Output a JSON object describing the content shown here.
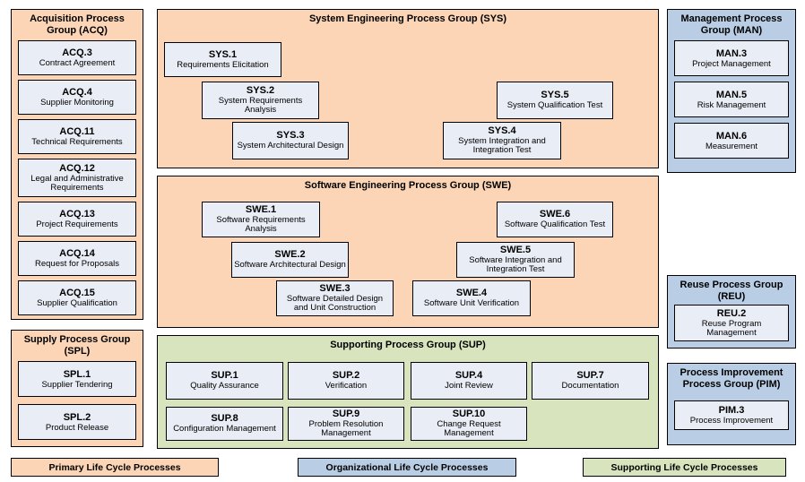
{
  "colors": {
    "primary": "#FBD5B5",
    "organizational": "#B9CDE5",
    "supporting": "#D7E4BD",
    "process_box": "#E9EDF5",
    "border": "#000000"
  },
  "groups": {
    "acq": {
      "title": "Acquisition Process Group (ACQ)",
      "processes": [
        {
          "code": "ACQ.3",
          "name": "Contract Agreement"
        },
        {
          "code": "ACQ.4",
          "name": "Supplier Monitoring"
        },
        {
          "code": "ACQ.11",
          "name": "Technical Requirements"
        },
        {
          "code": "ACQ.12",
          "name": "Legal and Administrative Requirements"
        },
        {
          "code": "ACQ.13",
          "name": "Project Requirements"
        },
        {
          "code": "ACQ.14",
          "name": "Request for Proposals"
        },
        {
          "code": "ACQ.15",
          "name": "Supplier Qualification"
        }
      ]
    },
    "spl": {
      "title": "Supply Process Group (SPL)",
      "processes": [
        {
          "code": "SPL.1",
          "name": "Supplier Tendering"
        },
        {
          "code": "SPL.2",
          "name": "Product Release"
        }
      ]
    },
    "sys": {
      "title": "System Engineering Process Group (SYS)",
      "processes": [
        {
          "code": "SYS.1",
          "name": "Requirements Elicitation"
        },
        {
          "code": "SYS.2",
          "name": "System Requirements Analysis"
        },
        {
          "code": "SYS.3",
          "name": "System Architectural Design"
        },
        {
          "code": "SYS.4",
          "name": "System Integration and Integration Test"
        },
        {
          "code": "SYS.5",
          "name": "System Qualification Test"
        }
      ]
    },
    "swe": {
      "title": "Software Engineering Process Group (SWE)",
      "processes": [
        {
          "code": "SWE.1",
          "name": "Software Requirements Analysis"
        },
        {
          "code": "SWE.2",
          "name": "Software Architectural Design"
        },
        {
          "code": "SWE.3",
          "name": "Software Detailed Design and Unit Construction"
        },
        {
          "code": "SWE.4",
          "name": "Software Unit Verification"
        },
        {
          "code": "SWE.5",
          "name": "Software Integration and Integration Test"
        },
        {
          "code": "SWE.6",
          "name": "Software Qualification Test"
        }
      ]
    },
    "sup": {
      "title": "Supporting Process Group (SUP)",
      "processes": [
        {
          "code": "SUP.1",
          "name": "Quality Assurance"
        },
        {
          "code": "SUP.2",
          "name": "Verification"
        },
        {
          "code": "SUP.4",
          "name": "Joint Review"
        },
        {
          "code": "SUP.7",
          "name": "Documentation"
        },
        {
          "code": "SUP.8",
          "name": "Configuration Management"
        },
        {
          "code": "SUP.9",
          "name": "Problem Resolution Management"
        },
        {
          "code": "SUP.10",
          "name": "Change Request Management"
        }
      ]
    },
    "man": {
      "title": "Management Process Group (MAN)",
      "processes": [
        {
          "code": "MAN.3",
          "name": "Project Management"
        },
        {
          "code": "MAN.5",
          "name": "Risk Management"
        },
        {
          "code": "MAN.6",
          "name": "Measurement"
        }
      ]
    },
    "reu": {
      "title": "Reuse Process Group (REU)",
      "processes": [
        {
          "code": "REU.2",
          "name": "Reuse Program Management"
        }
      ]
    },
    "pim": {
      "title": "Process Improvement Process Group (PIM)",
      "processes": [
        {
          "code": "PIM.3",
          "name": "Process Improvement"
        }
      ]
    }
  },
  "legend": [
    {
      "label": "Primary Life Cycle Processes",
      "color": "#FBD5B5"
    },
    {
      "label": "Organizational Life Cycle Processes",
      "color": "#B9CDE5"
    },
    {
      "label": "Supporting Life Cycle Processes",
      "color": "#D7E4BD"
    }
  ]
}
